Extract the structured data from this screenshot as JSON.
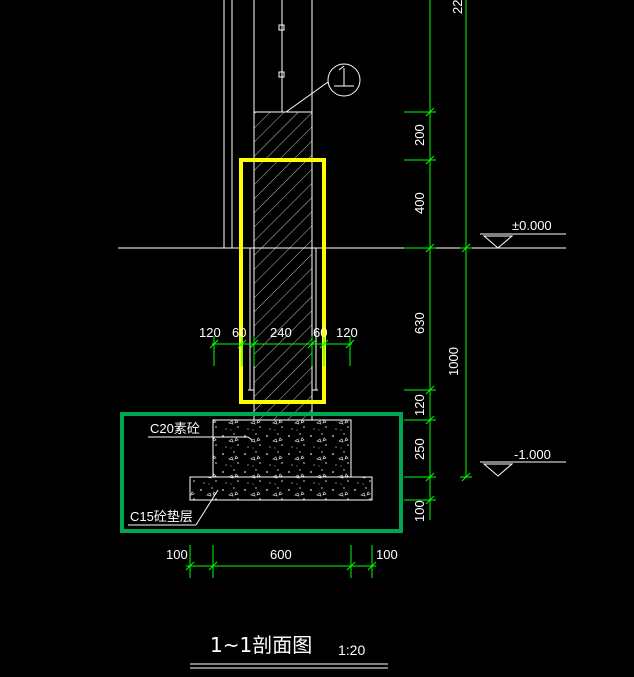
{
  "drawing": {
    "title": "1~1剖面图",
    "scale": "1:20",
    "section_mark": "1",
    "colors": {
      "background": "#000000",
      "dimension": "#00ff00",
      "outline": "#ffffff",
      "highlight_wall": "#ffff00",
      "highlight_footing": "#00a651",
      "leader": "#ffffff"
    }
  },
  "elevations": {
    "ground": "±0.000",
    "footing": "-1.000"
  },
  "vertical_dims": {
    "top_cut": "22",
    "d200": "200",
    "d400": "400",
    "d630": "630",
    "d120": "120",
    "d250": "250",
    "d100": "100",
    "total": "1000"
  },
  "wall_dims": {
    "left_offset": "120",
    "left_small": "60",
    "width": "240",
    "right_small": "60",
    "right_offset": "120"
  },
  "footing_dims": {
    "left": "100",
    "width": "600",
    "right": "100"
  },
  "labels": {
    "concrete": "C20素砼",
    "pad": "C15砼垫层"
  }
}
